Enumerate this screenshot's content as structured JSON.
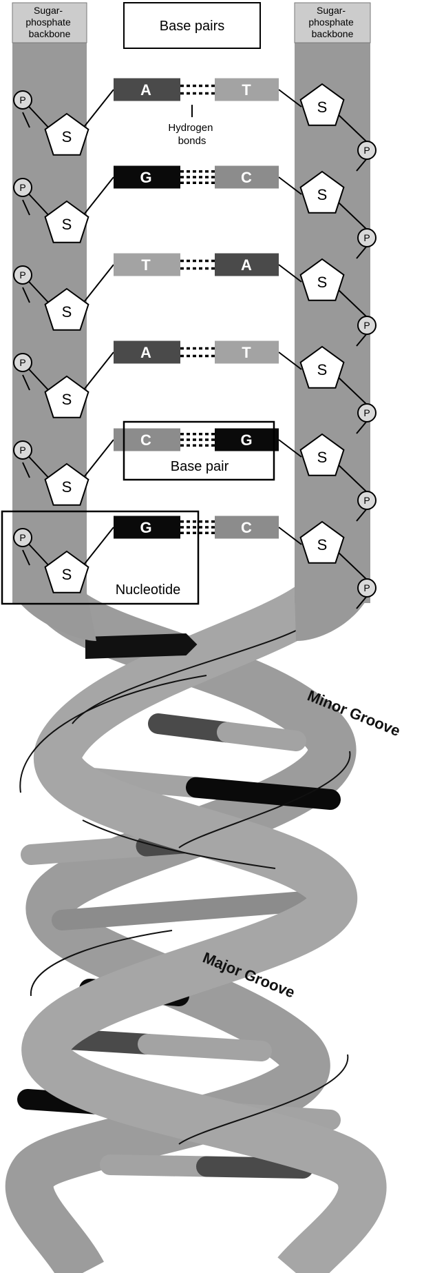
{
  "labels": {
    "left_backbone": [
      "Sugar-",
      "phosphate",
      "backbone"
    ],
    "right_backbone": [
      "Sugar-",
      "phosphate",
      "backbone"
    ],
    "base_pairs_title": "Base pairs",
    "hydrogen_bonds": [
      "Hydrogen",
      "bonds"
    ],
    "base_pair": "Base pair",
    "nucleotide": "Nucleotide",
    "minor_groove": "Minor Groove",
    "major_groove": "Major Groove",
    "sugar": "S",
    "phosphate": "P"
  },
  "base_pairs": [
    {
      "left": "A",
      "right": "T",
      "bonds": 2
    },
    {
      "left": "G",
      "right": "C",
      "bonds": 3
    },
    {
      "left": "T",
      "right": "A",
      "bonds": 2
    },
    {
      "left": "A",
      "right": "T",
      "bonds": 2
    },
    {
      "left": "C",
      "right": "G",
      "bonds": 3
    },
    {
      "left": "G",
      "right": "C",
      "bonds": 3
    }
  ],
  "base_colors": {
    "A": "#4a4a4a",
    "T": "#a3a3a3",
    "G": "#0a0a0a",
    "C": "#8c8c8c"
  },
  "colors": {
    "backbone": "#999999",
    "backbone_label_bg": "#cccccc",
    "sugar_fill": "#ffffff",
    "phosphate_fill": "#d9d9d9"
  }
}
